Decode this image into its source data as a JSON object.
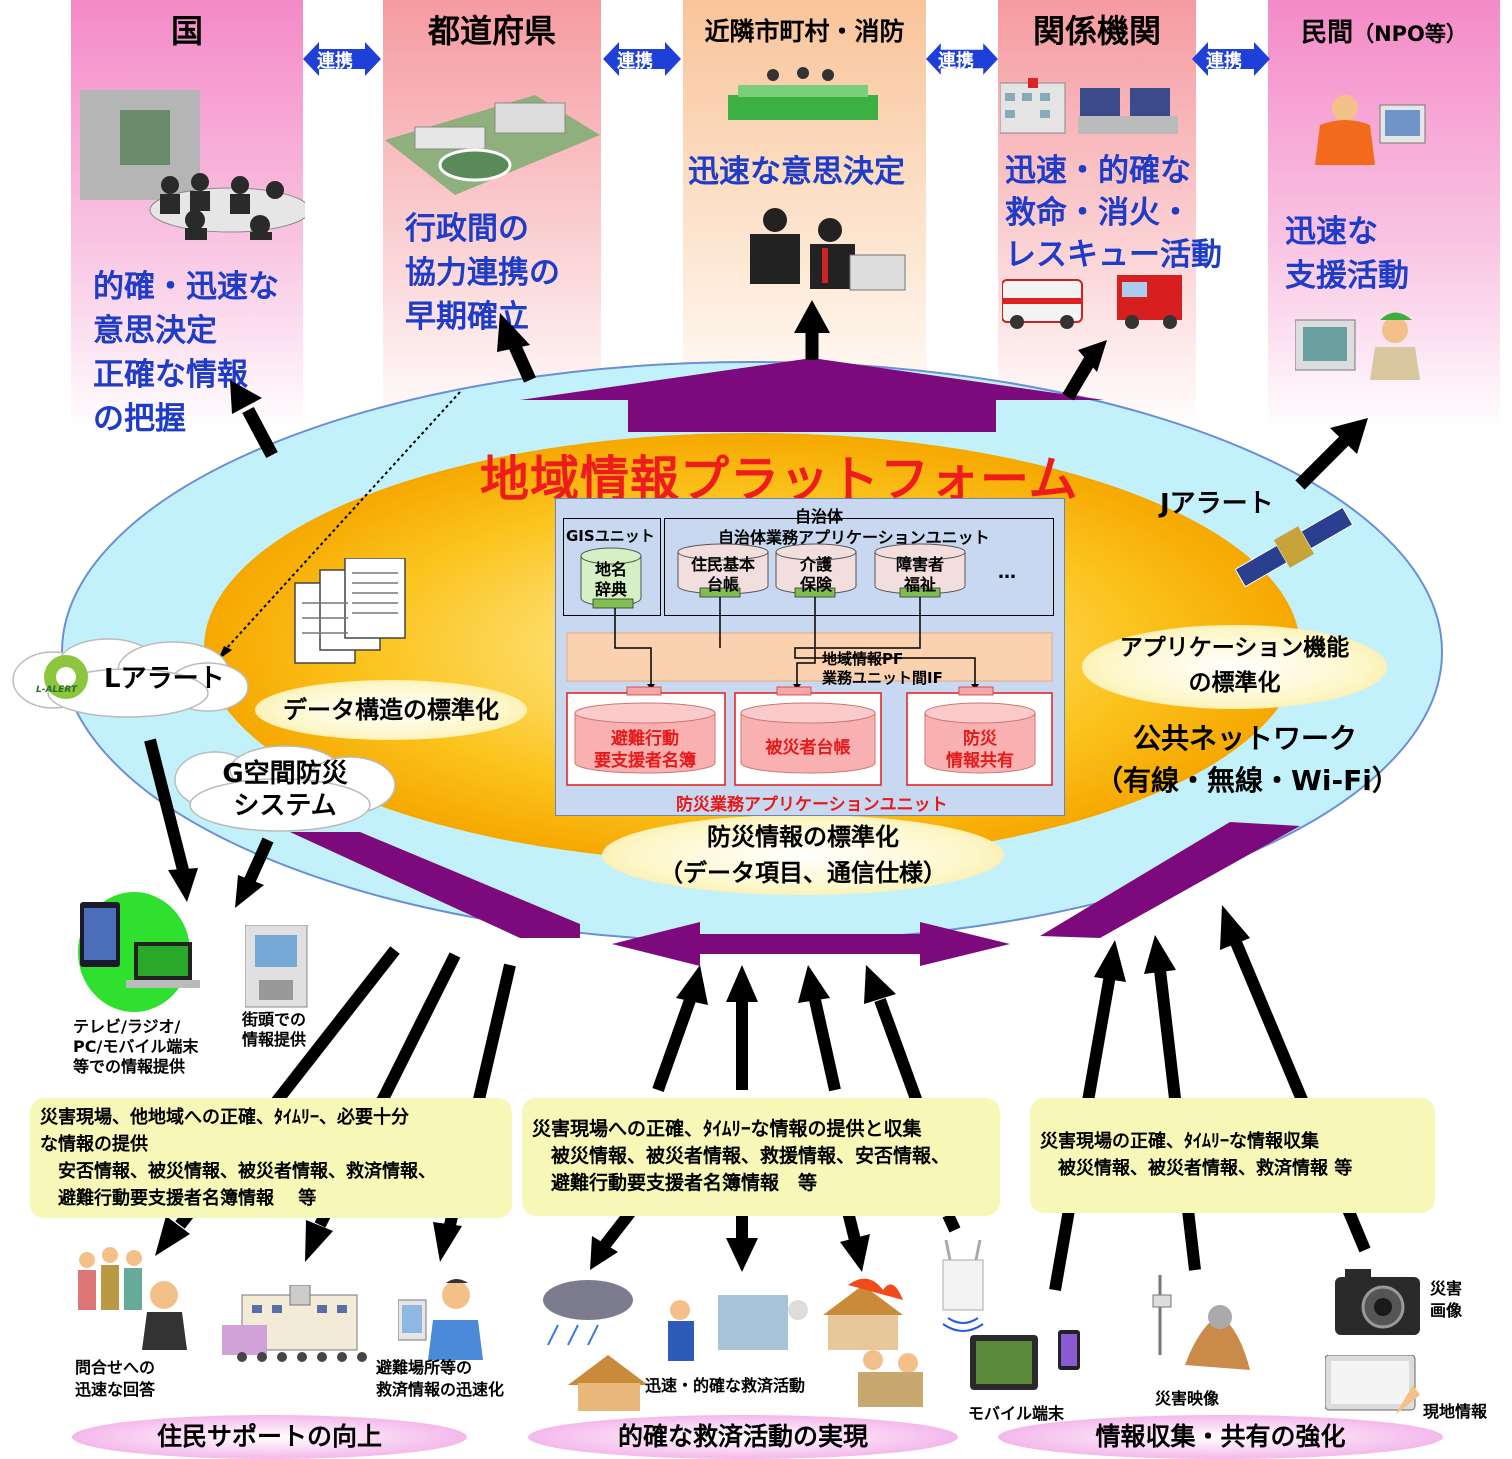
{
  "columns": [
    {
      "id": "kuni",
      "title": "国",
      "text": "的確・迅速な\n意思決定\n正確な情報\nの把握"
    },
    {
      "id": "todofuken",
      "title": "都道府県",
      "text": "行政間の\n協力連携の\n早期確立"
    },
    {
      "id": "kinrin",
      "title": "近隣市町村・消防",
      "text": "迅速な意思決定"
    },
    {
      "id": "kankei",
      "title": "関係機関",
      "text": "迅速・的確な\n救命・消火・\nレスキュー活動"
    },
    {
      "id": "minkan",
      "title": "民間",
      "title_suffix": "（NPO等）",
      "text": "迅速な\n支援活動"
    }
  ],
  "renkei_label": "連携",
  "platform_title": "地域情報プラットフォーム",
  "jalert": "Jアラート",
  "lalert": "Lアラート",
  "lalert_logo": "L-ALERT",
  "g_space": "G空間防災\nシステム",
  "data_struct": "データ構造の標準化",
  "app_std": "アプリケーション機能\nの標準化",
  "public_net": "公共ネットワーク\n（有線・無線・Wi-Fi）",
  "bousai_std": "防災情報の標準化\n（データ項目、通信仕様）",
  "pf_box": {
    "jichitai": "自治体",
    "gis_unit": "GISユニット",
    "gis_db": "地名\n辞典",
    "app_unit": "自治体業務アプリケーションユニット",
    "dbs": [
      "住民基本\n台帳",
      "介護\n保険",
      "障害者\n福祉"
    ],
    "ellipsis": "…",
    "pf_if": "地域情報PF\n業務ユニット間IF",
    "bousai_dbs": [
      "避難行動\n要支援者名簿",
      "被災者台帳",
      "防災\n情報共有"
    ],
    "bousai_unit": "防災業務アプリケーションユニット"
  },
  "left_devices": {
    "tv": "テレビ/ラジオ/\nPC/モバイル端末\n等での情報提供",
    "street": "街頭での\n情報提供"
  },
  "info_boxes": [
    "災害現場、他地域への正確、ﾀｲﾑﾘｰ、必要十分\nな情報の提供\n　安否情報、被災情報、被災者情報、救済情報、\n　避難行動要支援者名簿情報　 等",
    "災害現場への正確、ﾀｲﾑﾘｰな情報の提供と収集\n　被災情報、被災者情報、救援情報、安否情報、\n　避難行動要支援者名簿情報　等",
    "災害現場の正確、ﾀｲﾑﾘｰな情報収集\n　被災情報、被災者情報、救済情報 等"
  ],
  "bottom_labels": {
    "toiawase": "問合せへの\n迅速な回答",
    "hinanjo": "避難場所等の\n救済情報の迅速化",
    "kyusai": "迅速・的確な救済活動",
    "mobile": "モバイル端末",
    "eizou": "災害映像",
    "gazou": "災害\n画像",
    "genchi": "現地情報"
  },
  "bottom_ovals": [
    "住民サポートの向上",
    "的確な救済活動の実現",
    "情報収集・共有の強化"
  ],
  "colors": {
    "blue_text": "#1f3cc8",
    "red_title": "#ee1c1c",
    "purple_arrow": "#7d0a7d",
    "ellipse": "#c3f1fb",
    "core": "#f9b400"
  }
}
